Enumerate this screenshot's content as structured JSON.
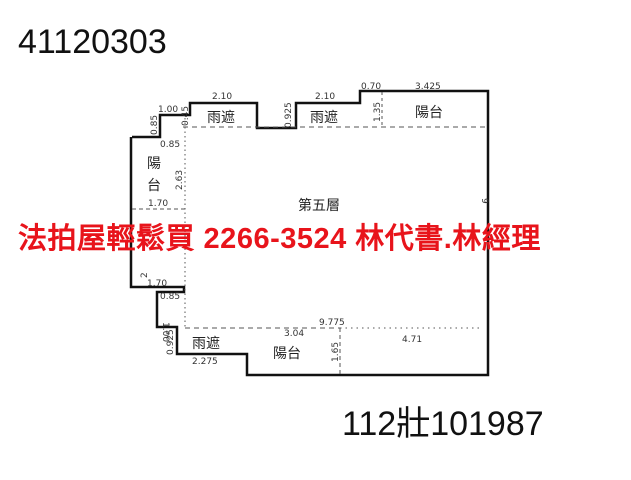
{
  "case_id": "41120303",
  "reference_no": "112壯101987",
  "banner": "法拍屋輕鬆買  2266-3524  林代書.林經理",
  "colors": {
    "banner": "#e8141b",
    "lines": "#111111"
  },
  "floor_label": "第五層",
  "rooms": {
    "canopy_top_left": "雨遮",
    "canopy_top_mid": "雨遮",
    "balcony_top_right": "陽台",
    "balcony_left_1": "陽",
    "balcony_left_2": "台",
    "canopy_bottom": "雨遮",
    "balcony_bottom": "陽台"
  },
  "dimensions": {
    "d1": "2.10",
    "d2": "2.10",
    "d3": "0.70",
    "d4": "3.425",
    "d5": "1.00",
    "d6": "0.45",
    "d7": "0.85",
    "d8": "0.925",
    "d9": "1.35",
    "d10": "0.85",
    "d11": "2.63",
    "d12": "1.70",
    "d13": "2",
    "d14": "1.70",
    "d15": "0.85",
    "d16": "1.00",
    "d17": "0.925",
    "d18": "2.275",
    "d19": "3.04",
    "d20": "9.775",
    "d21": "1.65",
    "d22": "4.71",
    "d23": "9"
  }
}
